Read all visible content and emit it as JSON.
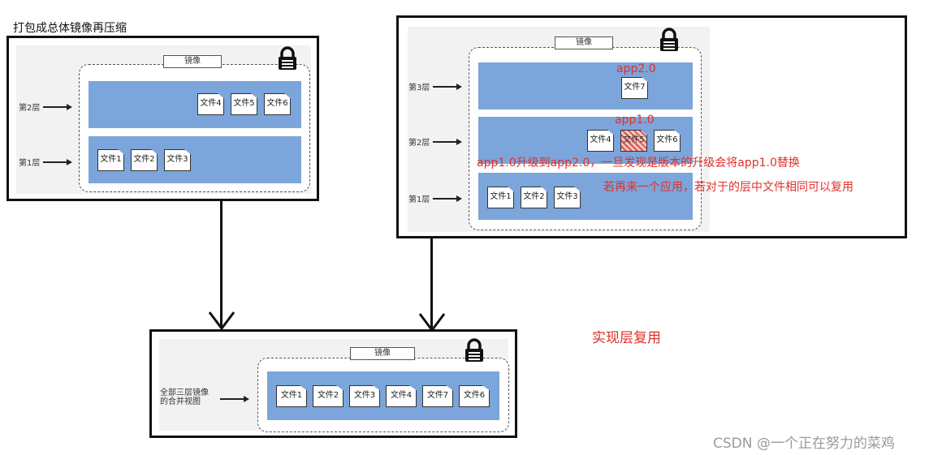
{
  "top_left": {
    "caption": "打包成总体镜像再压缩",
    "image_label": "镜像",
    "layer2_label": "第2层",
    "layer1_label": "第1层",
    "layer2_files": [
      "文件4",
      "文件5",
      "文件6"
    ],
    "layer1_files": [
      "文件1",
      "文件2",
      "文件3"
    ]
  },
  "top_right": {
    "image_label": "镜像",
    "layer3_label": "第3层",
    "layer2_label": "第2层",
    "layer1_label": "第1层",
    "layer3_files": [
      "文件7"
    ],
    "layer2_files": [
      "文件4",
      "文件5",
      "文件6"
    ],
    "layer1_files": [
      "文件1",
      "文件2",
      "文件3"
    ],
    "app2_note": "app2.0",
    "app1_note": "app1.0",
    "upgrade_note": "app1.0升级到app2.0，一旦发现是版本的升级会将app1.0替换",
    "reuse_note": "若再来一个应用，若对于的层中文件相同可以复用"
  },
  "bottom": {
    "image_label": "镜像",
    "side_label_line1": "全部三层镜像",
    "side_label_line2": "的合并视图",
    "files": [
      "文件1",
      "文件2",
      "文件3",
      "文件4",
      "文件7",
      "文件6"
    ]
  },
  "result_note": "实现层复用",
  "watermark": "CSDN @一个正在努力的菜鸡",
  "colors": {
    "layer": "#7ba5db",
    "note_red": "#e0302a"
  }
}
